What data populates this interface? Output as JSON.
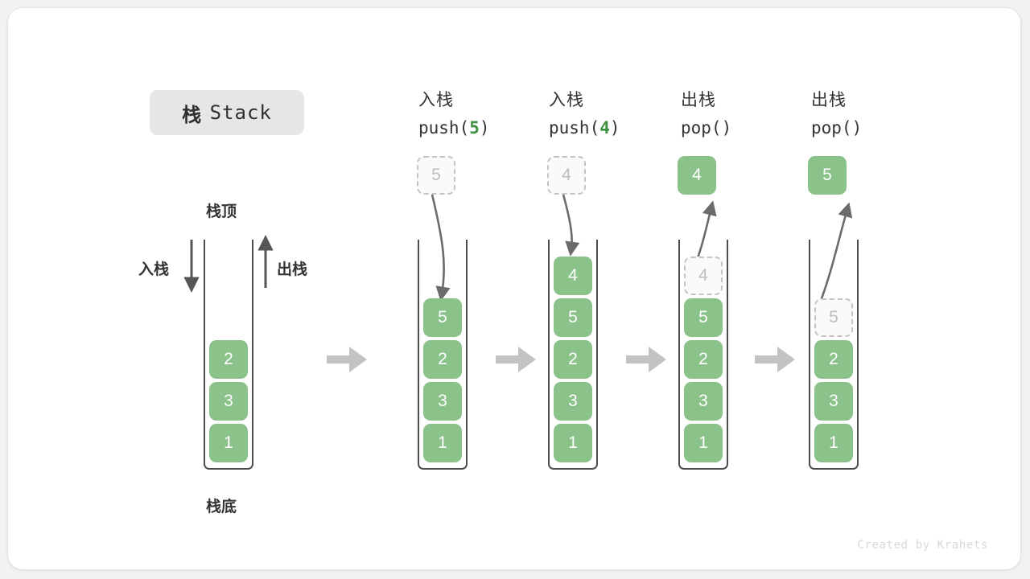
{
  "canvas": {
    "background": "#f2f2f2",
    "card_background": "#ffffff",
    "accent_green": "#8bc28a",
    "accent_green_text": "#3e8e41",
    "ghost_border": "#c4c4c4",
    "arrow_gray": "#bfbfbf",
    "curve_gray": "#6b6b6b"
  },
  "title": {
    "cn": "栈",
    "en": "Stack"
  },
  "labels": {
    "top": "栈顶",
    "bottom": "栈底",
    "push": "入栈",
    "pop": "出栈"
  },
  "watermark": "Created by Krahets",
  "columns": [
    {
      "id": "initial",
      "head_line1": "",
      "head_line2": "",
      "head_arg": "",
      "floating": null,
      "ghost_in_stack": null,
      "cells": [
        "2",
        "3",
        "1"
      ]
    },
    {
      "id": "push5",
      "head_line1": "入栈",
      "head_line2_prefix": "push(",
      "head_arg": "5",
      "head_line2_suffix": ")",
      "floating": {
        "value": "5",
        "style": "ghost"
      },
      "ghost_in_stack": null,
      "cells": [
        "5",
        "2",
        "3",
        "1"
      ]
    },
    {
      "id": "push4",
      "head_line1": "入栈",
      "head_line2_prefix": "push(",
      "head_arg": "4",
      "head_line2_suffix": ")",
      "floating": {
        "value": "4",
        "style": "ghost"
      },
      "ghost_in_stack": null,
      "cells": [
        "4",
        "5",
        "2",
        "3",
        "1"
      ]
    },
    {
      "id": "pop4",
      "head_line1": "出栈",
      "head_line2_prefix": "pop(",
      "head_arg": "",
      "head_line2_suffix": ")",
      "floating": {
        "value": "4",
        "style": "solid"
      },
      "ghost_in_stack": {
        "value": "4",
        "slot": 0
      },
      "cells": [
        "5",
        "2",
        "3",
        "1"
      ]
    },
    {
      "id": "pop5",
      "head_line1": "出栈",
      "head_line2_prefix": "pop(",
      "head_arg": "",
      "head_line2_suffix": ")",
      "floating": {
        "value": "5",
        "style": "solid"
      },
      "ghost_in_stack": {
        "value": "5",
        "slot": 1
      },
      "cells": [
        "2",
        "3",
        "1"
      ]
    }
  ],
  "chart_data": {
    "type": "diagram",
    "title": "栈 Stack",
    "description": "Stack push/pop operation sequence",
    "states": [
      {
        "step": 0,
        "operation": "",
        "stack_top_to_bottom": [
          "2",
          "3",
          "1"
        ]
      },
      {
        "step": 1,
        "operation": "push(5)",
        "stack_top_to_bottom": [
          "5",
          "2",
          "3",
          "1"
        ]
      },
      {
        "step": 2,
        "operation": "push(4)",
        "stack_top_to_bottom": [
          "4",
          "5",
          "2",
          "3",
          "1"
        ]
      },
      {
        "step": 3,
        "operation": "pop()",
        "returned": "4",
        "stack_top_to_bottom": [
          "5",
          "2",
          "3",
          "1"
        ]
      },
      {
        "step": 4,
        "operation": "pop()",
        "returned": "5",
        "stack_top_to_bottom": [
          "2",
          "3",
          "1"
        ]
      }
    ]
  }
}
